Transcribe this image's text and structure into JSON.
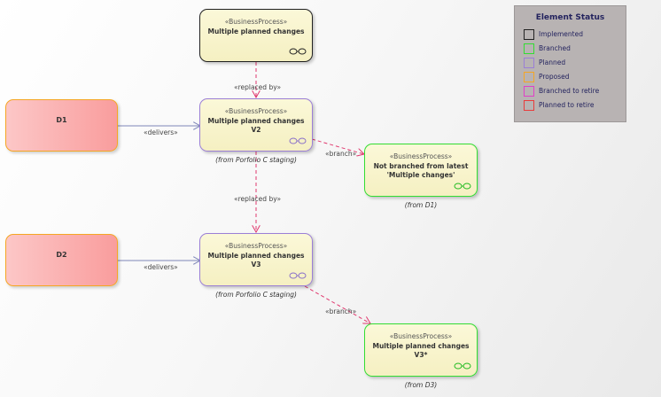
{
  "diagram": {
    "nodes": {
      "mpc": {
        "stereotype": "«BusinessProcess»",
        "title": "Multiple planned changes",
        "status": "implemented"
      },
      "v2": {
        "stereotype": "«BusinessProcess»",
        "title": "Multiple planned changes V2",
        "from": "(from Porfolio C staging)",
        "status": "planned"
      },
      "v3": {
        "stereotype": "«BusinessProcess»",
        "title": "Multiple planned changes V3",
        "from": "(from Porfolio C staging)",
        "status": "planned"
      },
      "nb": {
        "stereotype": "«BusinessProcess»",
        "title_line1": "Not branched from latest",
        "title_line2": "'Multiple changes'",
        "from": "(from D1)",
        "status": "branched"
      },
      "v3b": {
        "stereotype": "«BusinessProcess»",
        "title": "Multiple planned changes V3*",
        "from": "(from D3)",
        "status": "branched"
      },
      "d1": {
        "name": "D1"
      },
      "d2": {
        "name": "D2"
      }
    },
    "connectors": {
      "replaced_by_1": "«replaced by»",
      "replaced_by_2": "«replaced by»",
      "delivers_1": "«delivers»",
      "delivers_2": "«delivers»",
      "branch_1": "«branch»",
      "branch_2": "«branch»"
    },
    "colors": {
      "connector_red": "#e0386e",
      "connector_blue": "#7e86b8",
      "implemented": "#222222",
      "branched": "#33dd33",
      "planned": "#9b7fd6",
      "proposed": "#f5a623",
      "branched_to_retire": "#e040c8",
      "planned_to_retire": "#e83c3c"
    }
  },
  "legend": {
    "title": "Element Status",
    "items": [
      {
        "label": "Implemented",
        "color": "#222222"
      },
      {
        "label": "Branched",
        "color": "#33dd33"
      },
      {
        "label": "Planned",
        "color": "#9b7fd6"
      },
      {
        "label": "Proposed",
        "color": "#f5a623"
      },
      {
        "label": "Branched to retire",
        "color": "#e040c8"
      },
      {
        "label": "Planned to retire",
        "color": "#e83c3c"
      }
    ]
  }
}
